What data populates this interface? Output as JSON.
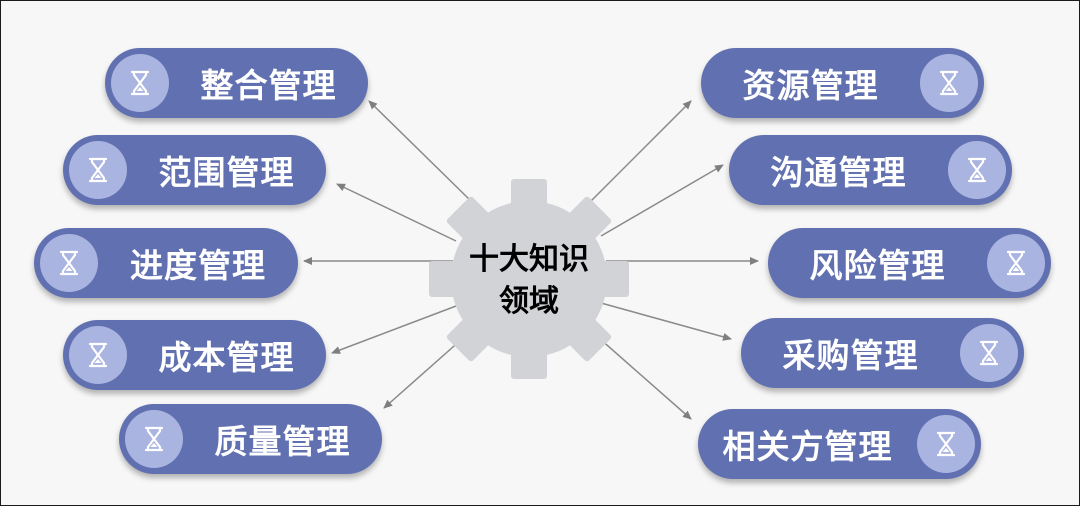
{
  "center": {
    "line1": "十大知识",
    "line2": "领域"
  },
  "left_items": [
    {
      "label": "整合管理",
      "icon": "hourglass-icon"
    },
    {
      "label": "范围管理",
      "icon": "hourglass-icon"
    },
    {
      "label": "进度管理",
      "icon": "hourglass-icon"
    },
    {
      "label": "成本管理",
      "icon": "hourglass-icon"
    },
    {
      "label": "质量管理",
      "icon": "hourglass-icon"
    }
  ],
  "right_items": [
    {
      "label": "资源管理",
      "icon": "hourglass-icon"
    },
    {
      "label": "沟通管理",
      "icon": "hourglass-icon"
    },
    {
      "label": "风险管理",
      "icon": "hourglass-icon"
    },
    {
      "label": "采购管理",
      "icon": "hourglass-icon"
    },
    {
      "label": "相关方管理",
      "icon": "hourglass-icon"
    }
  ],
  "colors": {
    "pill": "#6170b1",
    "badge": "#aab4e0",
    "gear": "#d2d3d7",
    "arrow": "#7f7f7f"
  }
}
